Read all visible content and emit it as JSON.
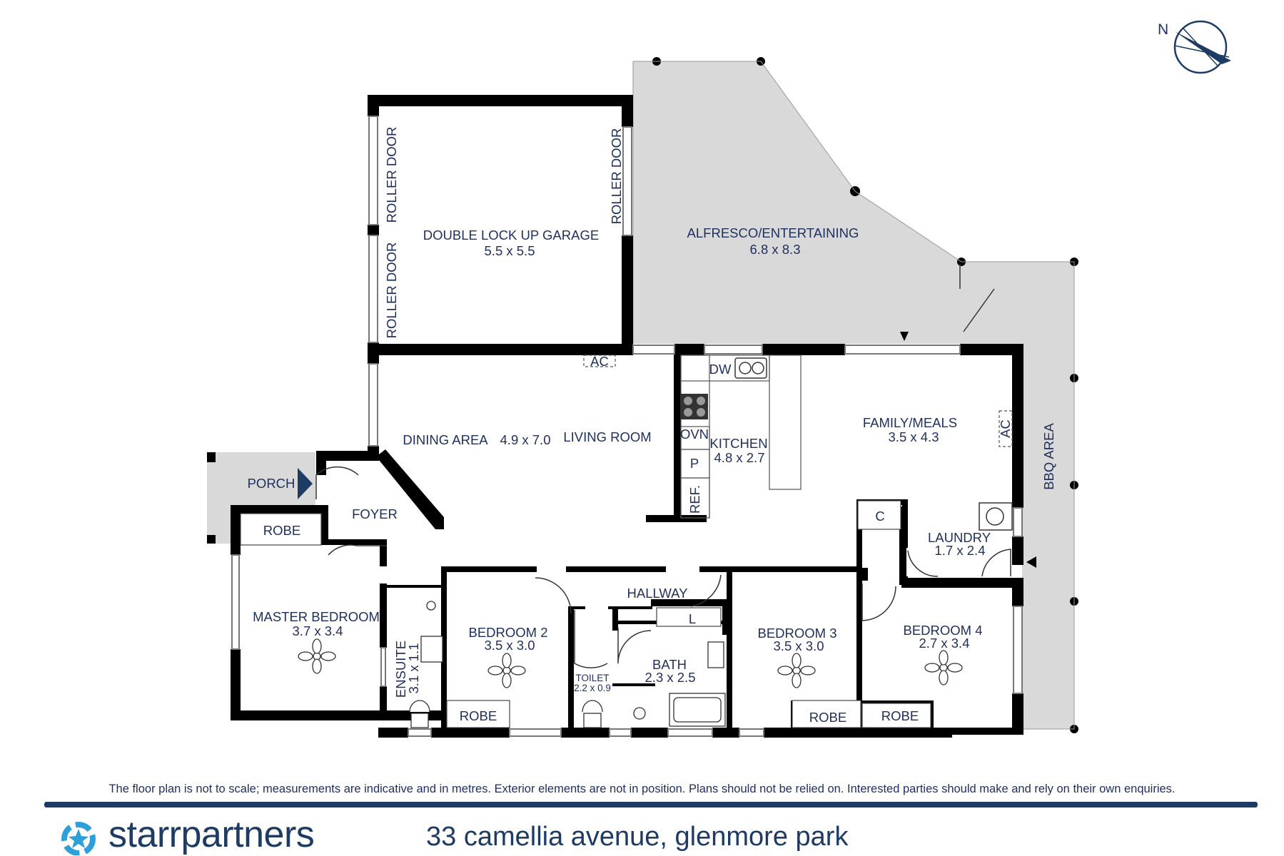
{
  "compass": {
    "letter": "N"
  },
  "rooms": {
    "garage": {
      "name": "DOUBLE LOCK UP GARAGE",
      "size": "5.5 x 5.5"
    },
    "roller_door": "ROLLER DOOR",
    "alfresco": {
      "name": "ALFRESCO/ENTERTAINING",
      "size": "6.8 x 8.3"
    },
    "dining": {
      "name": "DINING AREA",
      "size": "4.9 x 7.0"
    },
    "living": {
      "name": "LIVING ROOM"
    },
    "kitchen": {
      "name": "KITCHEN",
      "size": "4.8 x 2.7"
    },
    "family": {
      "name": "FAMILY/MEALS",
      "size": "3.5 x 4.3"
    },
    "bbq": {
      "name": "BBQ AREA"
    },
    "porch": {
      "name": "PORCH"
    },
    "foyer": {
      "name": "FOYER"
    },
    "robe": "ROBE",
    "master": {
      "name": "MASTER BEDROOM",
      "size": "3.7 x 3.4"
    },
    "ensuite": {
      "name": "ENSUITE",
      "size": "3.1 x 1.1"
    },
    "bedroom2": {
      "name": "BEDROOM 2",
      "size": "3.5 x 3.0"
    },
    "hallway": {
      "name": "HALLWAY"
    },
    "toilet": {
      "name": "TOILET",
      "size": "2.2 x 0.9"
    },
    "bath": {
      "name": "BATH",
      "size": "2.3 x 2.5"
    },
    "bedroom3": {
      "name": "BEDROOM 3",
      "size": "3.5 x 3.0"
    },
    "bedroom4": {
      "name": "BEDROOM 4",
      "size": "2.7 x 3.4"
    },
    "laundry": {
      "name": "LAUNDRY",
      "size": "1.7 x 2.4"
    }
  },
  "fixtures": {
    "ac": "AC",
    "dw": "DW",
    "ovn": "OVN",
    "pantry": "P",
    "ref": "REF.",
    "cupboard": "C",
    "linen": "L"
  },
  "footer": {
    "disclaimer": "The floor plan is not to scale; measurements are indicative and in metres. Exterior elements are not in position. Plans should not be relied on. Interested parties should make and rely on their own enquiries.",
    "brand": "starrpartners",
    "address": "33 camellia avenue, glenmore park"
  },
  "colors": {
    "wall": "#000000",
    "outdoor_fill": "#d9d9d9",
    "label_text": "#1f2f5c",
    "brand_navy": "#1e3b63",
    "porch_arrow": "#1e3b63"
  }
}
